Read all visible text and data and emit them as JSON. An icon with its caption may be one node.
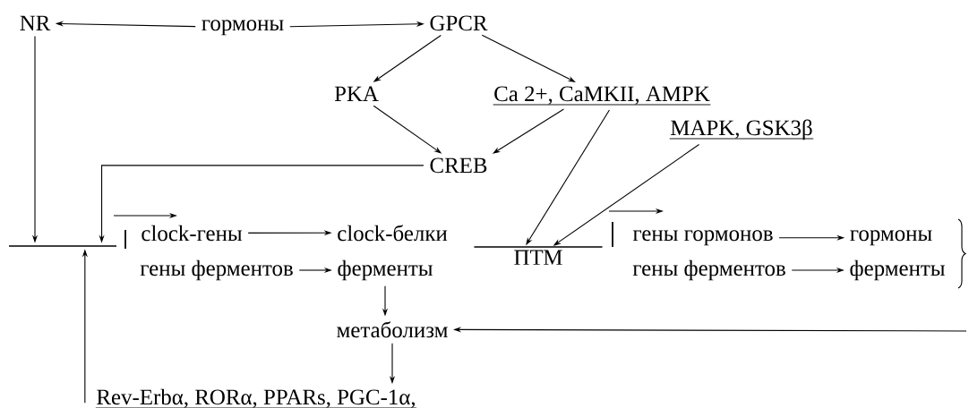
{
  "diagram": {
    "nodes": [
      {
        "text": [
          "NR"
        ]
      },
      {
        "text": [
          "гормоны"
        ]
      },
      {
        "text": [
          "GPCR"
        ]
      },
      {
        "text": [
          "PKA"
        ]
      },
      {
        "text": [
          "Ca 2+, CaMKII, AMPK"
        ]
      },
      {
        "text": [
          "MAPK, GSK3β"
        ]
      },
      {
        "text": [
          "CREB"
        ]
      },
      {
        "text": [],
        "shape": "bar"
      },
      {
        "text": [
          "clock-гены"
        ]
      },
      {
        "text": [
          "clock-белки"
        ]
      },
      {
        "text": [
          "гены ферментов"
        ]
      },
      {
        "text": [
          "ферменты"
        ]
      },
      {
        "text": [
          "метаболизм"
        ]
      },
      {
        "text": [
          "Rev-Erbα, RORα, PPARs, PGC-1α,"
        ]
      },
      {
        "text": [
          "ПТМ"
        ]
      },
      {
        "text": [
          "гены гормонов"
        ]
      },
      {
        "text": [
          "гормоны"
        ]
      },
      {
        "text": [
          "гены ферментов"
        ]
      },
      {
        "text": [
          "ферменты"
        ]
      }
    ],
    "edges": [
      {
        "from": 1,
        "to": 0,
        "arrow": "to"
      },
      {
        "from": 1,
        "to": 2,
        "arrow": "to"
      },
      {
        "from": 2,
        "to": 3,
        "arrow": "to"
      },
      {
        "from": 2,
        "to": 4,
        "arrow": "to"
      },
      {
        "from": 3,
        "to": 6,
        "arrow": "to"
      },
      {
        "from": 4,
        "to": 6,
        "arrow": "to"
      },
      {
        "from": 4,
        "to": 14,
        "arrow": "to"
      },
      {
        "from": 5,
        "to": 14,
        "arrow": "to"
      },
      {
        "from": 6,
        "to": 7,
        "arrow": "to"
      },
      {
        "from": 0,
        "to": 7,
        "arrow": "to"
      },
      {
        "from": 13,
        "to": 7,
        "arrow": "to"
      },
      {
        "from": 8,
        "to": 9,
        "arrow": "to"
      },
      {
        "from": 10,
        "to": 11,
        "arrow": "to"
      },
      {
        "from": 11,
        "to": 12,
        "arrow": "to"
      },
      {
        "from": 12,
        "to": 13,
        "arrow": "to"
      },
      {
        "from": null,
        "to": 12,
        "arrow": "to"
      },
      {
        "from": 15,
        "to": 16,
        "arrow": "to"
      },
      {
        "from": 17,
        "to": 18,
        "arrow": "to"
      }
    ]
  }
}
